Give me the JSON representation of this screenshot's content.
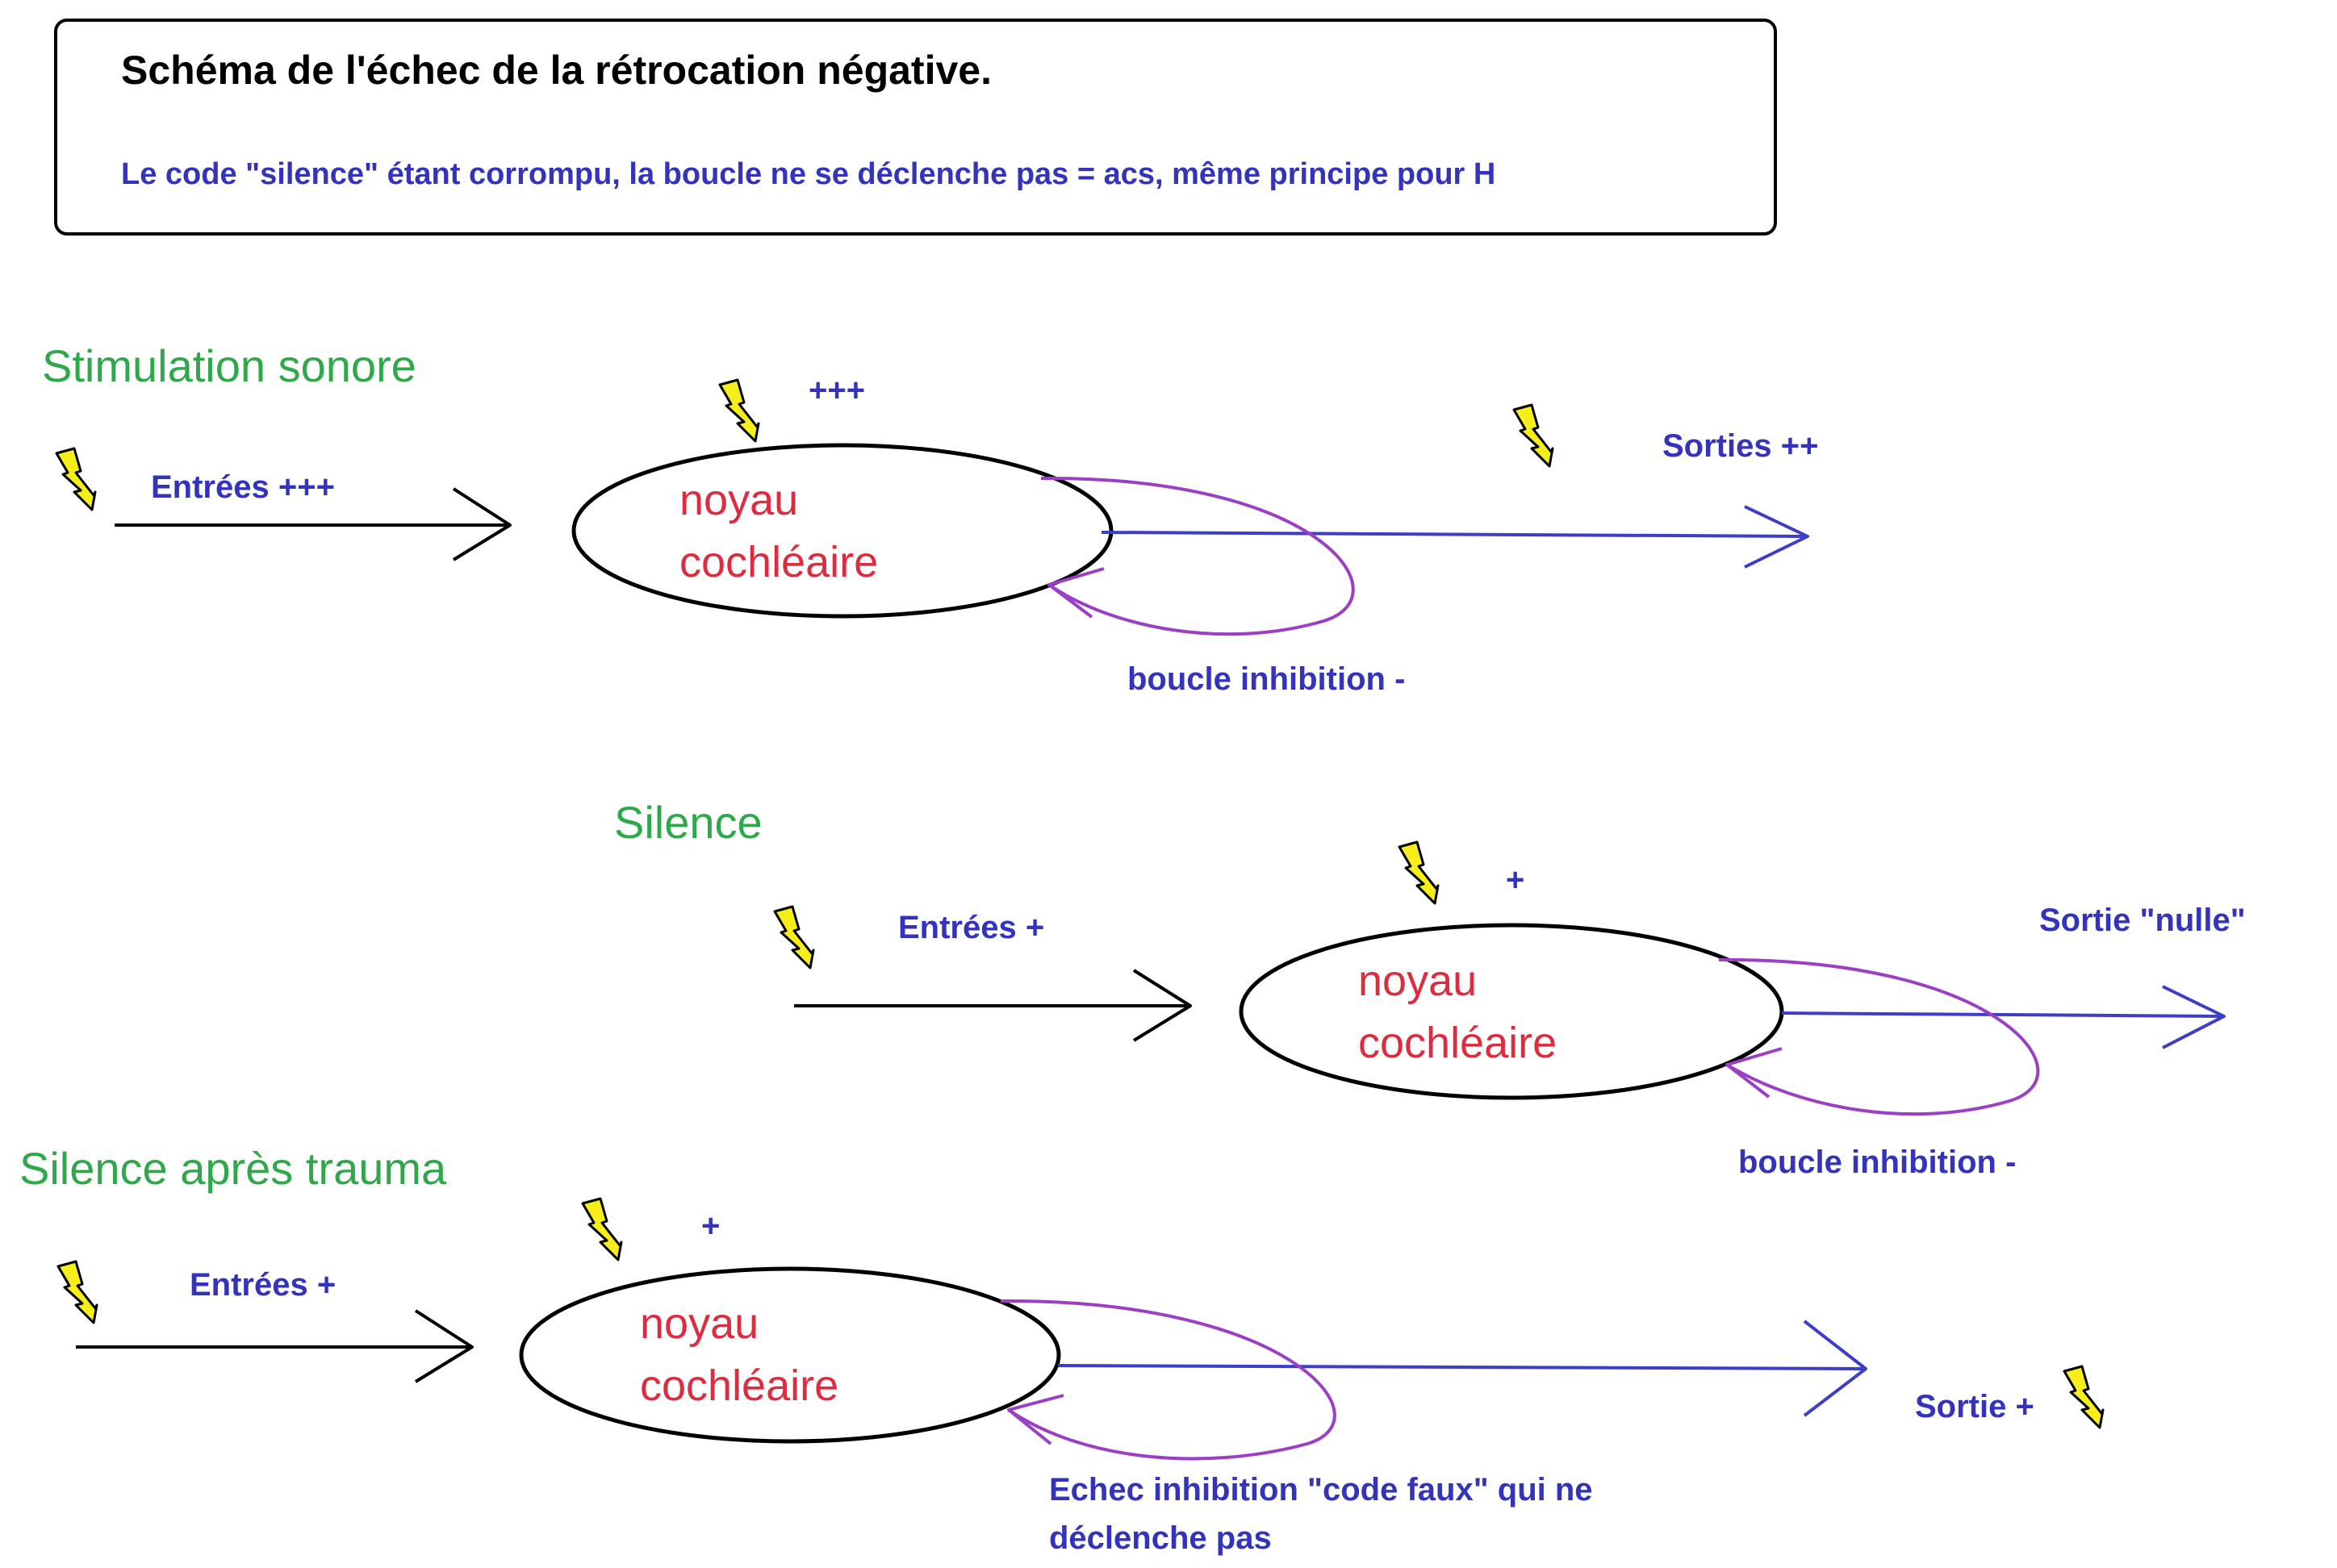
{
  "header": {
    "title": "Schéma de l'échec de la rétrocation négative.",
    "subtitle": "Le code \"silence\" étant corrompu, la boucle ne se déclenche pas = acs, même principe pour H"
  },
  "colors": {
    "heading": "#2ea84a",
    "label": "#3333bb",
    "nucleus": "#dd2b40",
    "loop": "#9b3fc4",
    "output_arrow": "#3d3dc8",
    "input_arrow": "#000000",
    "bolt_fill": "#f5ee1a"
  },
  "icons": {
    "bolt": "lightning-bolt-icon"
  },
  "panels": [
    {
      "heading": "Stimulation sonore",
      "input_label": "Entrées +++",
      "level": "+++",
      "nucleus_line1": "noyau",
      "nucleus_line2": "cochléaire",
      "output_label": "Sorties ++",
      "loop_label_line1": "boucle inhibition -",
      "loop_label_line2": ""
    },
    {
      "heading": "Silence",
      "input_label": "Entrées +",
      "level": "+",
      "nucleus_line1": "noyau",
      "nucleus_line2": "cochléaire",
      "output_label": "Sortie \"nulle\"",
      "loop_label_line1": "boucle inhibition -",
      "loop_label_line2": ""
    },
    {
      "heading": "Silence après trauma",
      "input_label": "Entrées +",
      "level": "+",
      "nucleus_line1": "noyau",
      "nucleus_line2": "cochléaire",
      "output_label": "Sortie +",
      "loop_label_line1": "Echec inhibition \"code faux\" qui ne",
      "loop_label_line2": "déclenche pas"
    }
  ]
}
